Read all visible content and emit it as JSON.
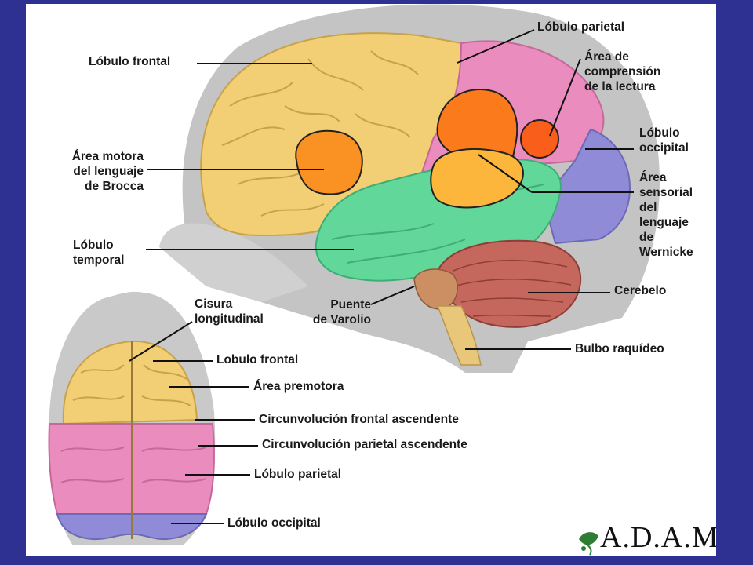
{
  "lateral_view": {
    "labels": {
      "frontal_lobe": "Lóbulo frontal",
      "parietal_lobe": "Lóbulo parietal",
      "reading_area": "Área de\ncomprensión\nde la lectura",
      "occipital_lobe": "Lóbulo\noccipital",
      "broca_area": "Área motora\ndel lenguaje\nde Brocca",
      "wernicke_area": "Área\nsensorial\ndel\nlenguaje\nde\nWernicke",
      "temporal_lobe": "Lóbulo\ntemporal",
      "pons": "Puente\nde Varolio",
      "cerebellum": "Cerebelo",
      "medulla": "Bulbo raquídeo"
    }
  },
  "top_view": {
    "labels": {
      "longitudinal_fissure": "Cisura\nlongitudinal",
      "frontal_lobe": "Lobulo frontal",
      "premotor_area": "Área premotora",
      "precentral_gyrus": "Circunvolución frontal ascendente",
      "postcentral_gyrus": "Circunvolución parietal ascendente",
      "parietal_lobe": "Lóbulo parietal",
      "occipital_lobe": "Lóbulo occipital"
    }
  },
  "logo": {
    "text": "A.D.A.M."
  },
  "colors": {
    "background": "#2e3192",
    "frontal": "#f2cf74",
    "parietal": "#ea8cbd",
    "occipital": "#8f8bd6",
    "temporal": "#62d79a",
    "broca": "#f99222",
    "wernicke": "#fbb63b",
    "reading": "#f95e1b",
    "cerebellum": "#c5675c",
    "brainstem": "#e8c77a",
    "head": "#bdbdbd"
  }
}
